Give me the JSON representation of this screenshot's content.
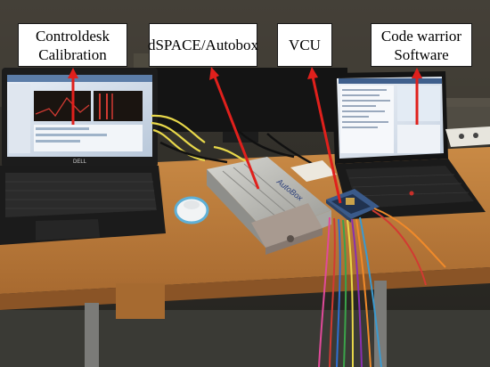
{
  "labels": {
    "controldesk": [
      "Controldesk",
      "Calibration"
    ],
    "dspace": [
      "dSPACE/Autobox"
    ],
    "vcu": [
      "VCU"
    ],
    "code_warrior": [
      "Code warrior",
      "Software"
    ]
  },
  "device_text": {
    "left_laptop_brand": "DELL",
    "autobox_marking": "AutoBox"
  },
  "colors": {
    "arrow": "#e0201c",
    "table": "#b87a3c",
    "autobox": "#b9b9b4"
  }
}
